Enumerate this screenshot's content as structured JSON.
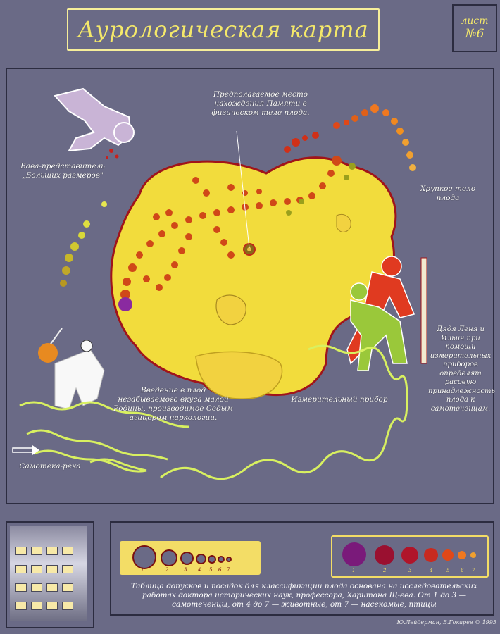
{
  "header": {
    "title": "Аурологическая карта",
    "sheet_label": "лист",
    "sheet_number": "№6"
  },
  "labels": {
    "soul_location": "Предполагаемое место нахождения Памяти в физическом теле плода.",
    "vava": "Вава-представитель „Больших размеров\"",
    "fragile_body": "Хрупкое тело плода",
    "uncles": "Дядя Леня и Ильич при помощи измерительных приборов определят расовую принадлежность плода к самотеченцам.",
    "measuring_device": "Измерительный прибор",
    "injection": "Введение в плод незабываемого вкуса малой Родины, производимое Седым агицером наркологии.",
    "river": "Самотека-река"
  },
  "legend": {
    "left_numbers": [
      "1",
      "2",
      "3",
      "4",
      "5",
      "6",
      "7"
    ],
    "right_numbers": [
      "1",
      "2",
      "3",
      "4",
      "5",
      "6",
      "7"
    ],
    "dot_colors": [
      "#7a1a7a",
      "#9a1030",
      "#b0152a",
      "#c82a20",
      "#e04818",
      "#f07820",
      "#f0a030"
    ],
    "caption": "Таблица допусков и посадок для классификации плода основана на исследовательских работах доктора исторических наук, профессора, Харитона Щ-ева. От 1 до 3 — самотеченцы, от 4 до 7 — животные, от 7 — насекомые, птицы"
  },
  "credits": "Ю.Лейдерман, В.Гокарев © 1995",
  "colors": {
    "background": "#6a6a86",
    "fetus_body": "#f2dc3c",
    "title": "#f4e86a",
    "river": "#d8f060",
    "accent_red": "#b0152a"
  }
}
